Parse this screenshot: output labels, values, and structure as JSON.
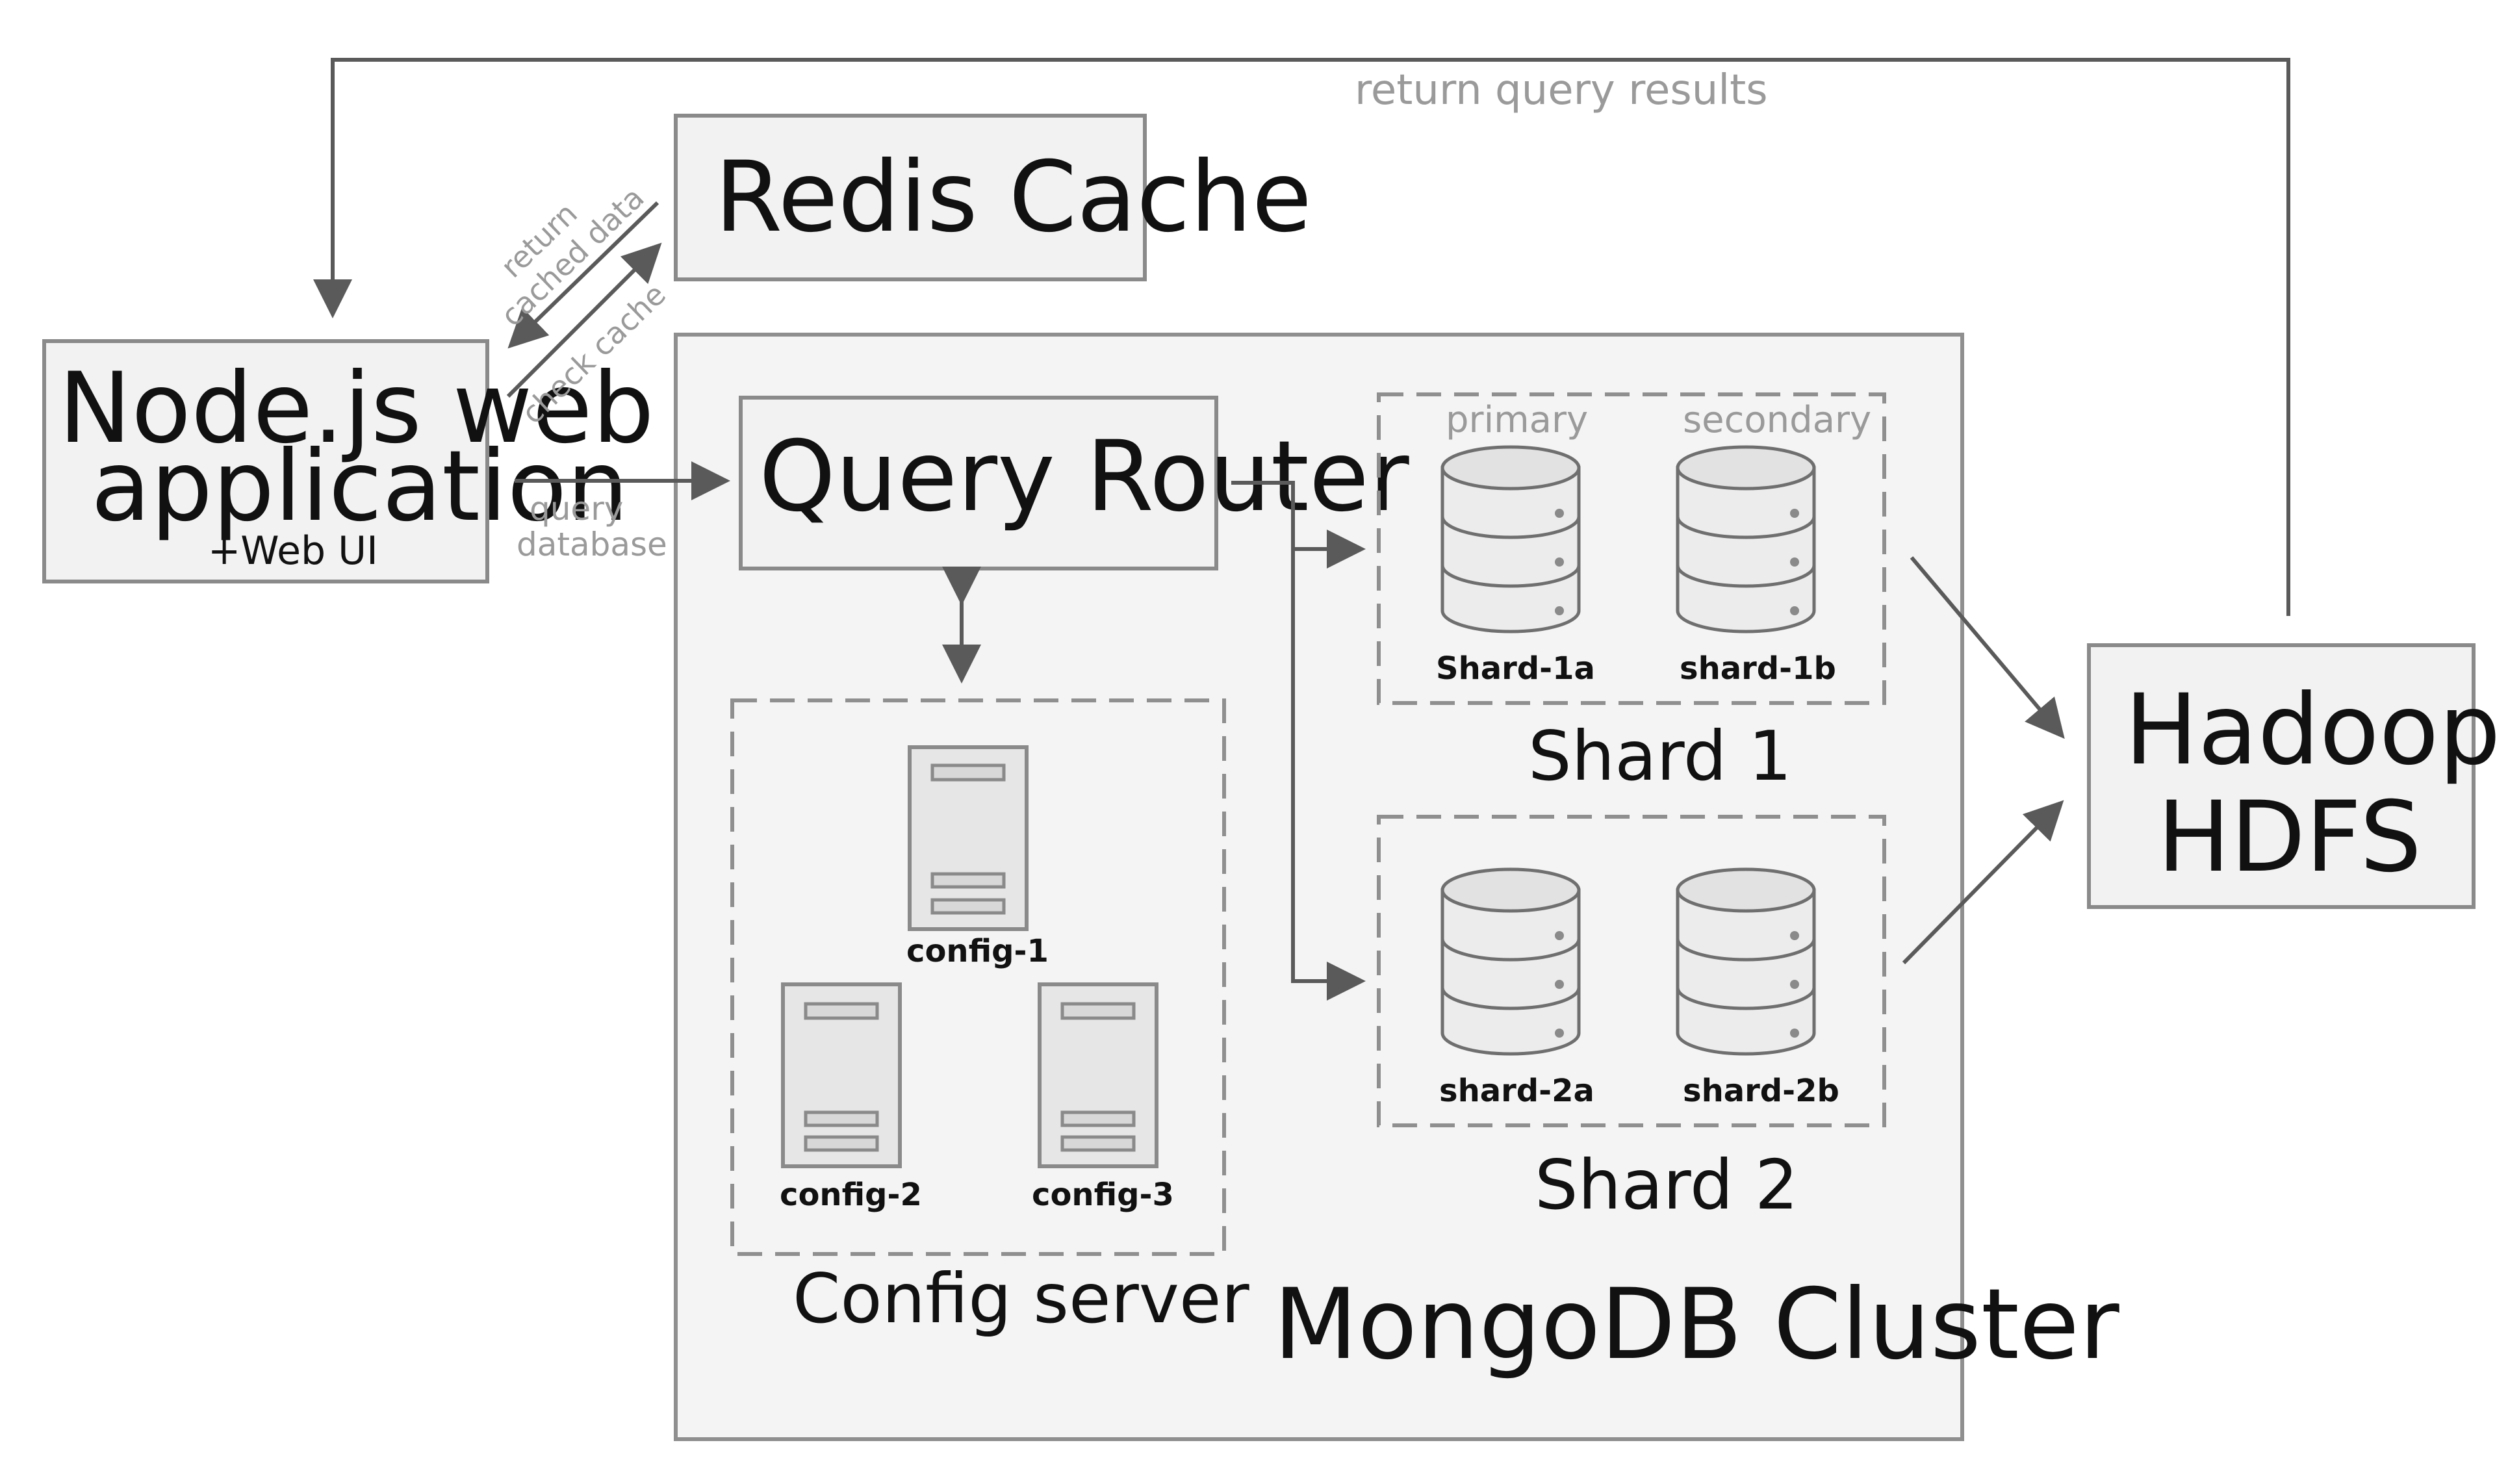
{
  "nodes": {
    "web_app": {
      "title_line1": "Node.js web",
      "title_line2": "application",
      "subtitle": "+Web UI"
    },
    "redis": {
      "title": "Redis Cache"
    },
    "query_router": {
      "title": "Query Router"
    },
    "hadoop": {
      "title_line1": "Hadoop",
      "title_line2": "HDFS"
    },
    "cluster": {
      "title": "MongoDB Cluster"
    },
    "config_server": {
      "title": "Config server",
      "servers": [
        "config-1",
        "config-2",
        "config-3"
      ]
    },
    "shard1": {
      "title": "Shard 1",
      "role_primary": "primary",
      "role_secondary": "secondary",
      "replicas": [
        "Shard-1a",
        "shard-1b"
      ]
    },
    "shard2": {
      "title": "Shard 2",
      "replicas": [
        "shard-2a",
        "shard-2b"
      ]
    }
  },
  "edges": {
    "return_query_results": "return query results",
    "return_cached_line1": "return",
    "return_cached_line2": "cached data",
    "check_cache": "check cache",
    "query_line1": "query",
    "query_line2": "database"
  }
}
